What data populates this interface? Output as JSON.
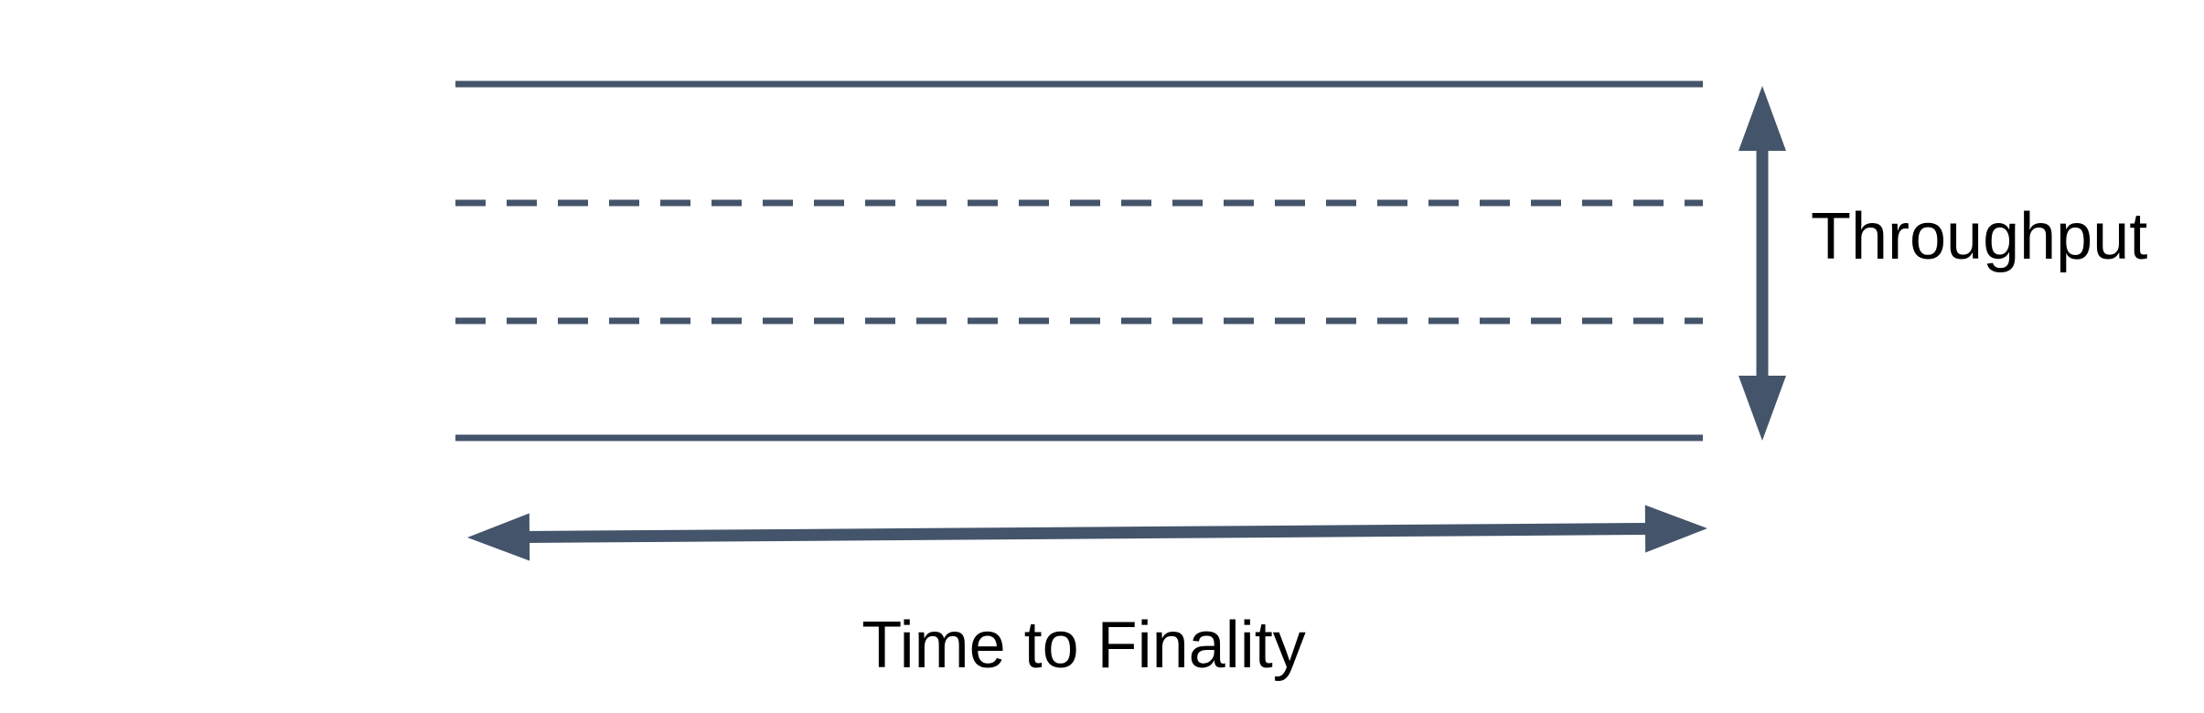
{
  "colors": {
    "shape": "#44546A",
    "text": "#000000",
    "background": "#FFFFFF"
  },
  "diagram": {
    "band": {
      "lines": [
        {
          "position": "top",
          "style": "solid"
        },
        {
          "position": "upper-middle",
          "style": "dashed"
        },
        {
          "position": "lower-middle",
          "style": "dashed"
        },
        {
          "position": "bottom",
          "style": "solid"
        }
      ]
    },
    "labels": {
      "throughput": "Throughput",
      "time_to_finality": "Time to Finality"
    }
  }
}
